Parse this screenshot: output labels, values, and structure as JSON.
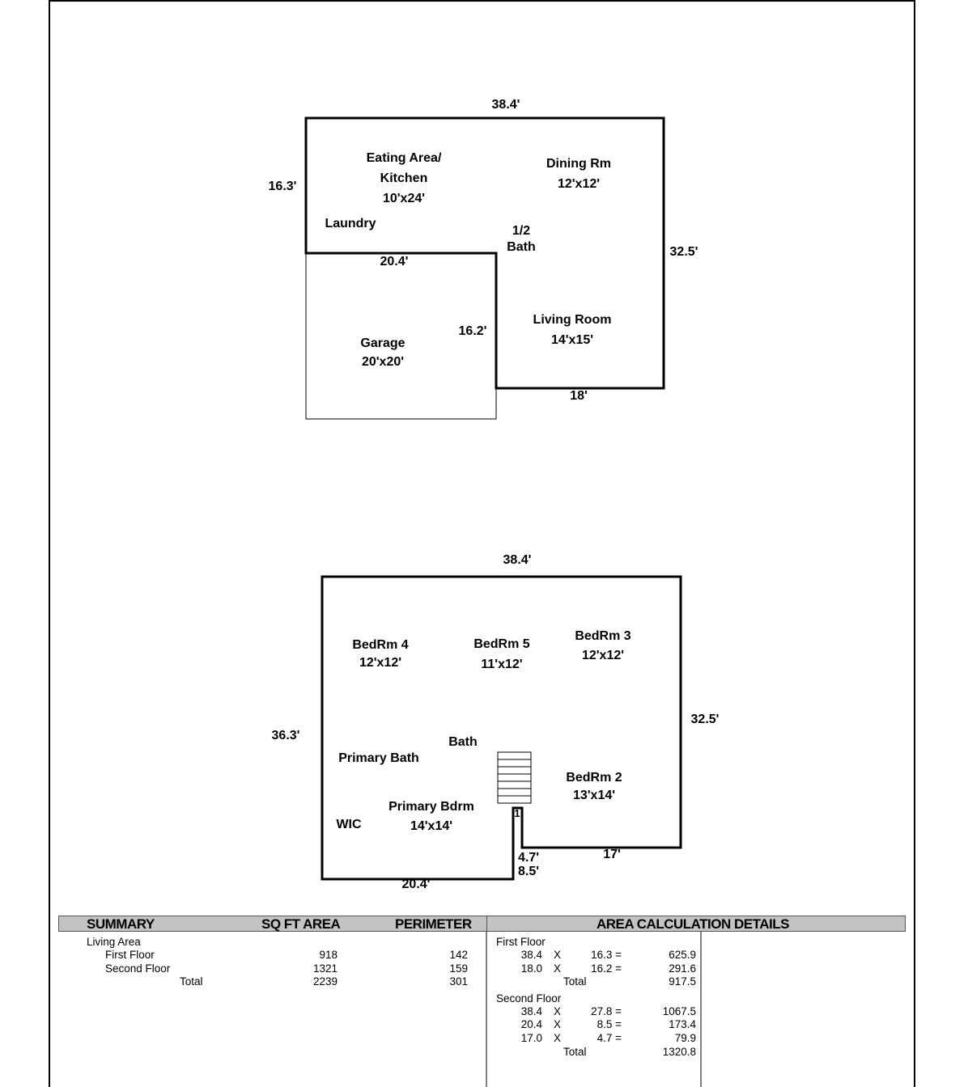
{
  "first_floor": {
    "dims": {
      "top": "38.4'",
      "left": "16.3'",
      "right": "32.5'",
      "notch_top": "20.4'",
      "notch_side": "16.2'",
      "bottom": "18'"
    },
    "rooms": [
      {
        "name": "Eating Area/",
        "line2": "Kitchen",
        "size": "10'x24'"
      },
      {
        "name": "Dining Rm",
        "size": "12'x12'"
      },
      {
        "name": "Laundry"
      },
      {
        "name": "1/2",
        "line2": "Bath"
      },
      {
        "name": "Living Room",
        "size": "14'x15'"
      },
      {
        "name": "Garage",
        "size": "20'x20'"
      }
    ]
  },
  "second_floor": {
    "dims": {
      "top": "38.4'",
      "left": "36.3'",
      "right": "32.5'",
      "bottom": "20.4'",
      "step_a": "4.7'",
      "step_b": "8.5'",
      "right_bottom": "17'",
      "tiny": "1"
    },
    "rooms": [
      {
        "name": "BedRm 4",
        "size": "12'x12'"
      },
      {
        "name": "BedRm 5",
        "size": "11'x12'"
      },
      {
        "name": "BedRm 3",
        "size": "12'x12'"
      },
      {
        "name": "Bath"
      },
      {
        "name": "Primary Bath"
      },
      {
        "name": "BedRm 2",
        "size": "13'x14'"
      },
      {
        "name": "Primary Bdrm",
        "size": "14'x14'"
      },
      {
        "name": "WIC"
      }
    ]
  },
  "summary": {
    "headers": {
      "summary": "SUMMARY",
      "area": "SQ FT AREA",
      "perimeter": "PERIMETER",
      "details": "AREA CALCULATION DETAILS"
    },
    "group": "Living Area",
    "rows": [
      {
        "label": "First Floor",
        "area": "918",
        "perimeter": "142"
      },
      {
        "label": "Second Floor",
        "area": "1321",
        "perimeter": "159"
      },
      {
        "label": "Total",
        "area": "2239",
        "perimeter": "301"
      }
    ],
    "details": [
      {
        "floor": "First Floor",
        "lines": [
          [
            "38.4",
            "X",
            "16.3 =",
            "625.9"
          ],
          [
            "18.0",
            "X",
            "16.2 =",
            "291.6"
          ]
        ],
        "total_label": "Total",
        "total": "917.5"
      },
      {
        "floor": "Second Floor",
        "lines": [
          [
            "38.4",
            "X",
            "27.8 =",
            "1067.5"
          ],
          [
            "20.4",
            "X",
            "8.5 =",
            "173.4"
          ],
          [
            "17.0",
            "X",
            "4.7 =",
            "79.9"
          ]
        ],
        "total_label": "Total",
        "total": "1320.8"
      }
    ]
  }
}
